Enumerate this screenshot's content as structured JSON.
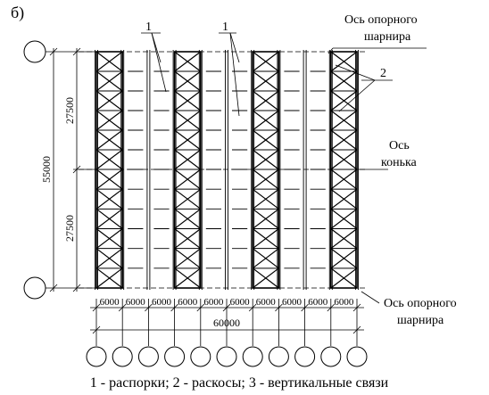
{
  "figure_label": "б)",
  "callouts": {
    "one_left": "1",
    "one_right": "1",
    "two": "2"
  },
  "axis_labels": {
    "top_line1": "Ось опорного",
    "top_line2": "шарнира",
    "ridge_line1": "Ось",
    "ridge_line2": "конька",
    "bottom_line1": "Ось опорного",
    "bottom_line2": "шарнира"
  },
  "dimensions": {
    "total_vertical": "55000",
    "half_top": "27500",
    "half_bottom": "27500",
    "bay_spacings": [
      "6000",
      "6000",
      "6000",
      "6000",
      "6000",
      "6000",
      "6000",
      "6000",
      "6000",
      "6000"
    ],
    "total_horizontal": "60000"
  },
  "structure": {
    "frame_count": 11,
    "bay_count": 10,
    "braced_bays": [
      0,
      3,
      6,
      9
    ],
    "rows_per_half": 6
  },
  "legend": "1 - распорки; 2 - раскосы; 3 - вертикальные связи"
}
